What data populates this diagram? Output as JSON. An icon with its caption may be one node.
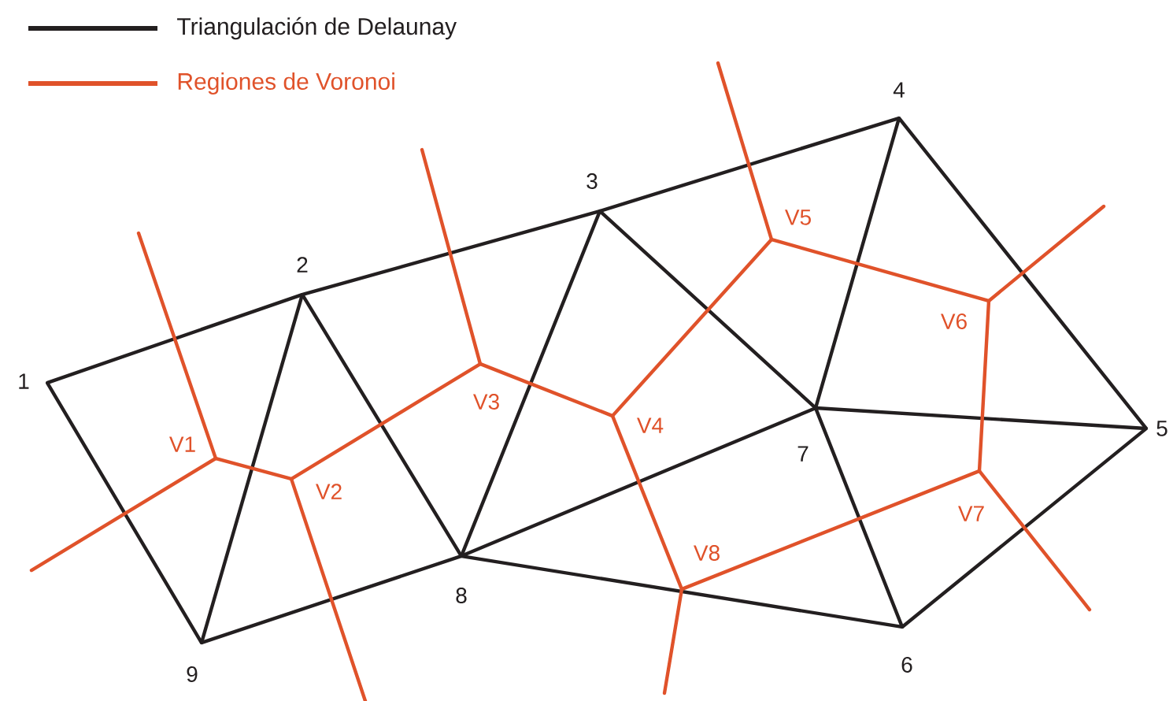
{
  "diagram": {
    "nodes": [
      {
        "text": [
          "1"
        ]
      },
      {
        "text": [
          "2"
        ]
      },
      {
        "text": [
          "3"
        ]
      },
      {
        "text": [
          "4"
        ]
      },
      {
        "text": [
          "5"
        ]
      },
      {
        "text": [
          "6"
        ]
      },
      {
        "text": [
          "7"
        ]
      },
      {
        "text": [
          "8"
        ]
      },
      {
        "text": [
          "9"
        ]
      },
      {
        "text": [
          "V1"
        ]
      },
      {
        "text": [
          "V2"
        ]
      },
      {
        "text": [
          "V3"
        ]
      },
      {
        "text": [
          "V4"
        ]
      },
      {
        "text": [
          "V5"
        ]
      },
      {
        "text": [
          "V6"
        ]
      },
      {
        "text": [
          "V7"
        ]
      },
      {
        "text": [
          "V8"
        ]
      }
    ],
    "edges": [
      {
        "from": 0,
        "to": 1,
        "arrow": "none"
      },
      {
        "from": 0,
        "to": 8,
        "arrow": "none"
      },
      {
        "from": 1,
        "to": 8,
        "arrow": "none"
      },
      {
        "from": 1,
        "to": 7,
        "arrow": "none"
      },
      {
        "from": 8,
        "to": 7,
        "arrow": "none"
      },
      {
        "from": 1,
        "to": 2,
        "arrow": "none"
      },
      {
        "from": 2,
        "to": 7,
        "arrow": "none"
      },
      {
        "from": 2,
        "to": 6,
        "arrow": "none"
      },
      {
        "from": 7,
        "to": 6,
        "arrow": "none"
      },
      {
        "from": 2,
        "to": 3,
        "arrow": "none"
      },
      {
        "from": 3,
        "to": 6,
        "arrow": "none"
      },
      {
        "from": 3,
        "to": 4,
        "arrow": "none"
      },
      {
        "from": 6,
        "to": 4,
        "arrow": "none"
      },
      {
        "from": 4,
        "to": 5,
        "arrow": "none"
      },
      {
        "from": 6,
        "to": 5,
        "arrow": "none"
      },
      {
        "from": 7,
        "to": 5,
        "arrow": "none"
      },
      {
        "from": 9,
        "to": 10,
        "arrow": "none",
        "color": "#e0522a"
      },
      {
        "from": 10,
        "to": 11,
        "arrow": "none",
        "color": "#e0522a"
      },
      {
        "from": 11,
        "to": 12,
        "arrow": "none",
        "color": "#e0522a"
      },
      {
        "from": 12,
        "to": 13,
        "arrow": "none",
        "color": "#e0522a"
      },
      {
        "from": 13,
        "to": 14,
        "arrow": "none",
        "color": "#e0522a"
      },
      {
        "from": 14,
        "to": 15,
        "arrow": "none",
        "color": "#e0522a"
      },
      {
        "from": 15,
        "to": 16,
        "arrow": "none",
        "color": "#e0522a"
      },
      {
        "from": 16,
        "to": 12,
        "arrow": "none",
        "color": "#e0522a"
      },
      {
        "from": 9,
        "to": null,
        "arrow": "none",
        "color": "#e0522a"
      },
      {
        "from": 9,
        "to": null,
        "arrow": "none",
        "color": "#e0522a"
      },
      {
        "from": 10,
        "to": null,
        "arrow": "none",
        "color": "#e0522a"
      },
      {
        "from": 11,
        "to": null,
        "arrow": "none",
        "color": "#e0522a"
      },
      {
        "from": 13,
        "to": null,
        "arrow": "none",
        "color": "#e0522a"
      },
      {
        "from": 14,
        "to": null,
        "arrow": "none",
        "color": "#e0522a"
      },
      {
        "from": 15,
        "to": null,
        "arrow": "none",
        "color": "#e0522a"
      },
      {
        "from": 16,
        "to": null,
        "arrow": "none",
        "color": "#e0522a"
      }
    ],
    "legend": [
      {
        "text": "Triangulación de Delaunay"
      },
      {
        "text": "Regiones de Voronoi"
      }
    ]
  }
}
